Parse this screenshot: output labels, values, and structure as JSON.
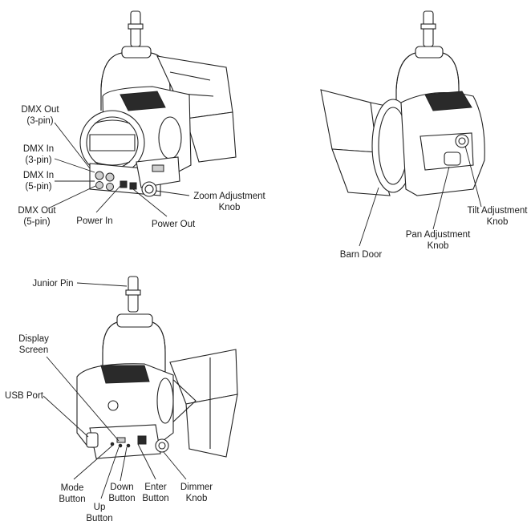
{
  "labels": {
    "dmx_out_3pin_l1": "DMX Out",
    "dmx_out_3pin_l2": "(3-pin)",
    "dmx_in_3pin_l1": "DMX In",
    "dmx_in_3pin_l2": "(3-pin)",
    "dmx_in_5pin_l1": "DMX In",
    "dmx_in_5pin_l2": "(5-pin)",
    "dmx_out_5pin_l1": "DMX Out",
    "dmx_out_5pin_l2": "(5-pin)",
    "power_in": "Power In",
    "power_out": "Power Out",
    "zoom_knob_l1": "Zoom Adjustment",
    "zoom_knob_l2": "Knob",
    "barn_door": "Barn Door",
    "pan_knob_l1": "Pan Adjustment",
    "pan_knob_l2": "Knob",
    "tilt_knob_l1": "Tilt Adjustment",
    "tilt_knob_l2": "Knob",
    "junior_pin": "Junior Pin",
    "display_screen_l1": "Display",
    "display_screen_l2": "Screen",
    "usb_port": "USB Port",
    "mode_button_l1": "Mode",
    "mode_button_l2": "Button",
    "up_button_l1": "Up",
    "up_button_l2": "Button",
    "down_button_l1": "Down",
    "down_button_l2": "Button",
    "enter_button_l1": "Enter",
    "enter_button_l2": "Button",
    "dimmer_knob_l1": "Dimmer",
    "dimmer_knob_l2": "Knob"
  }
}
